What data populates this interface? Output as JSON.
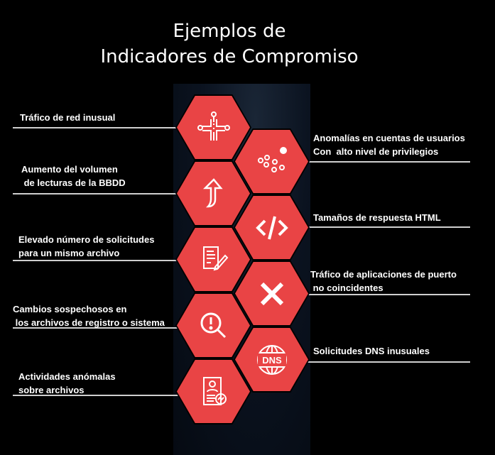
{
  "title": {
    "line1": "Ejemplos de",
    "line2": "Indicadores de Compromiso"
  },
  "colors": {
    "hexagon": "#e94445",
    "background": "#000000",
    "panel": "#0b1320"
  },
  "indicators_left": [
    {
      "label": "Tráfico de red inusual",
      "icon": "network-crossroads-icon"
    },
    {
      "label": "Aumento del volumen\n de lecturas de la BBDD",
      "icon": "arrow-up-icon"
    },
    {
      "label": "Elevado número de solicitudes\npara un mismo archivo",
      "icon": "document-pen-icon"
    },
    {
      "label": "Cambios sospechosos en\n los archivos de registro o sistema",
      "icon": "search-alert-icon"
    },
    {
      "label": "Actividades anómalas\nsobre archivos",
      "icon": "profile-document-icon"
    }
  ],
  "indicators_right": [
    {
      "label": "Anomalías en cuentas de usuarios\nCon  alto nivel de privilegios",
      "icon": "dots-cluster-icon"
    },
    {
      "label": "Tamaños de respuesta HTML",
      "icon": "code-icon"
    },
    {
      "label": "Tráfico de aplicaciones de puerto\n no coincidentes",
      "icon": "x-mark-icon"
    },
    {
      "label": "Solicitudes DNS inusuales",
      "icon": "dns-globe-icon",
      "icon_text": "DNS"
    }
  ]
}
